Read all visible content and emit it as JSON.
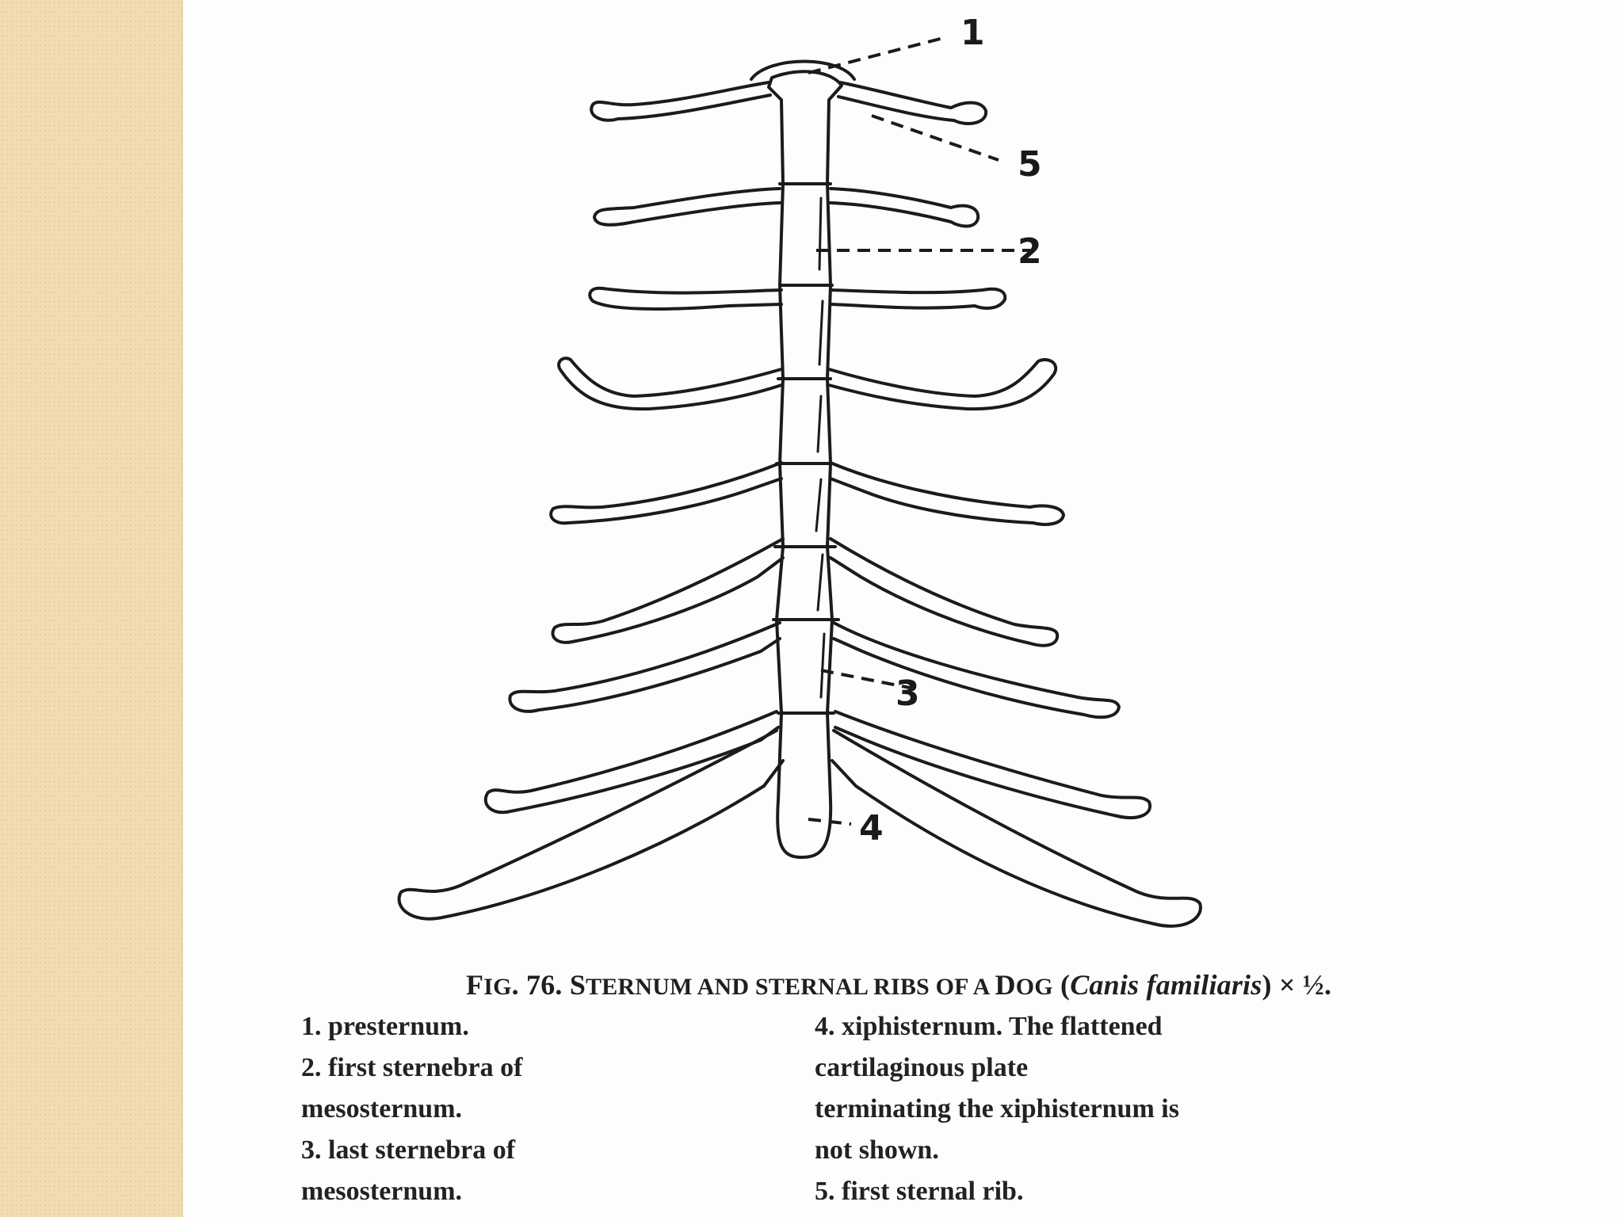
{
  "callouts": [
    "1",
    "2",
    "3",
    "4",
    "5"
  ],
  "caption": {
    "fig": "F",
    "fig_sc": "IG",
    "number": ". 76. ",
    "title_s": "S",
    "title_sc": "TERNUM AND STERNAL RIBS OF A ",
    "title_d": "D",
    "title_og": "OG",
    "species_open": " (",
    "species": "Canis familiaris",
    "species_close": ") × ½."
  },
  "legend_left": [
    "1. presternum.",
    "2. first sternebra of",
    "mesosternum.",
    "3. last sternebra of",
    "mesosternum."
  ],
  "legend_right": [
    "4. xiphisternum. The flattened",
    "cartilaginous plate",
    "terminating the xiphisternum is",
    "not shown.",
    "5. first sternal rib."
  ]
}
